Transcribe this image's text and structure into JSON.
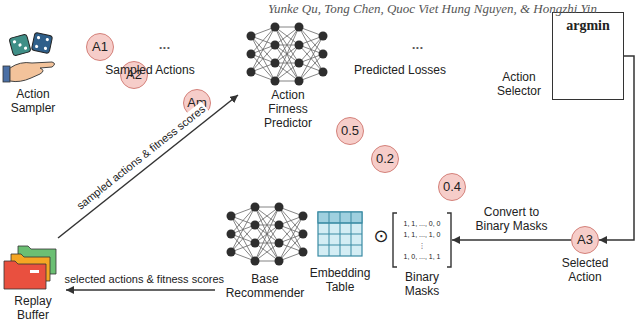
{
  "diagram": {
    "nodes": [
      {
        "text": [
          "Action Sampler"
        ]
      },
      {
        "text": [
          "A1"
        ]
      },
      {
        "text": [
          "A2"
        ]
      },
      {
        "text": [
          "Am"
        ]
      },
      {
        "text": [
          "Action Firness Predictor"
        ]
      },
      {
        "text": [
          "0.5"
        ]
      },
      {
        "text": [
          "0.2"
        ]
      },
      {
        "text": [
          "0.4"
        ]
      },
      {
        "text": [
          "argmin",
          "Action Selector"
        ]
      },
      {
        "text": [
          "A3",
          "Selected Action"
        ]
      },
      {
        "text": [
          "1, 1, ..., 0, 0",
          "1, 1, ..., 1, 0",
          "⋮",
          "1, 0, ..., 1, 1",
          "Binary Masks"
        ]
      },
      {
        "text": [
          "Embedding Table"
        ]
      },
      {
        "text": [
          "Base Recommender"
        ]
      },
      {
        "text": [
          "Replay Buffer"
        ]
      }
    ],
    "edges": [
      {
        "from": 8,
        "to": 9,
        "arrow": "to"
      },
      {
        "from": 9,
        "to": 10,
        "arrow": "to",
        "label": "Convert to Binary Masks"
      },
      {
        "from": 12,
        "to": 13,
        "arrow": "to",
        "label": "selected actions & fitness scores"
      },
      {
        "from": 13,
        "to": 4,
        "arrow": "to",
        "label": "sampled actions & fitness scores"
      }
    ],
    "labels": [
      "Yunke Qu, Tong Chen, Quoc Viet Hung Nguyen, & Hongzhi Yin",
      "•••",
      "Sampled Actions",
      "•••",
      "Predicted Losses",
      "⊙"
    ]
  }
}
